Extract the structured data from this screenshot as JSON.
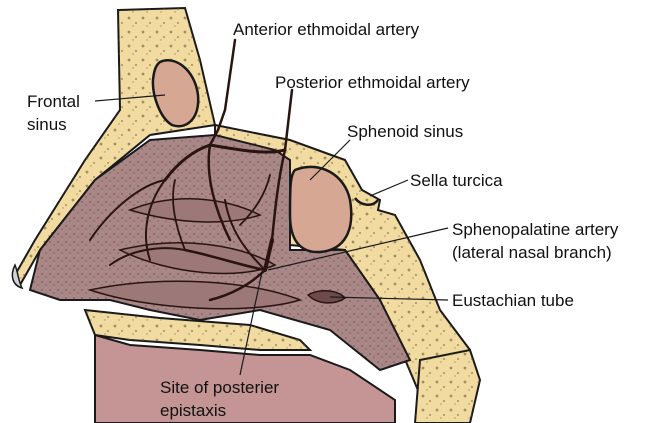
{
  "labels": {
    "anterior_ethmoidal_artery": "Anterior ethmoidal artery",
    "frontal_sinus_line1": "Frontal",
    "frontal_sinus_line2": "sinus",
    "posterior_ethmoidal_artery": "Posterior ethmoidal artery",
    "sphenoid_sinus": "Sphenoid sinus",
    "sella_turcica": "Sella turcica",
    "sphenopalatine_line1": "Sphenopalatine artery",
    "sphenopalatine_line2": "(lateral nasal branch)",
    "eustachian_tube": "Eustachian tube",
    "site_line1": "Site of posterier",
    "site_line2": "epistaxis"
  },
  "colors": {
    "bone": "#f2dba0",
    "mucosa": "#a98786",
    "sinus_cavity": "#d6a894",
    "vessel": "#2a1412",
    "skin": "#f4f1ec",
    "outline": "#1a1a1a"
  }
}
